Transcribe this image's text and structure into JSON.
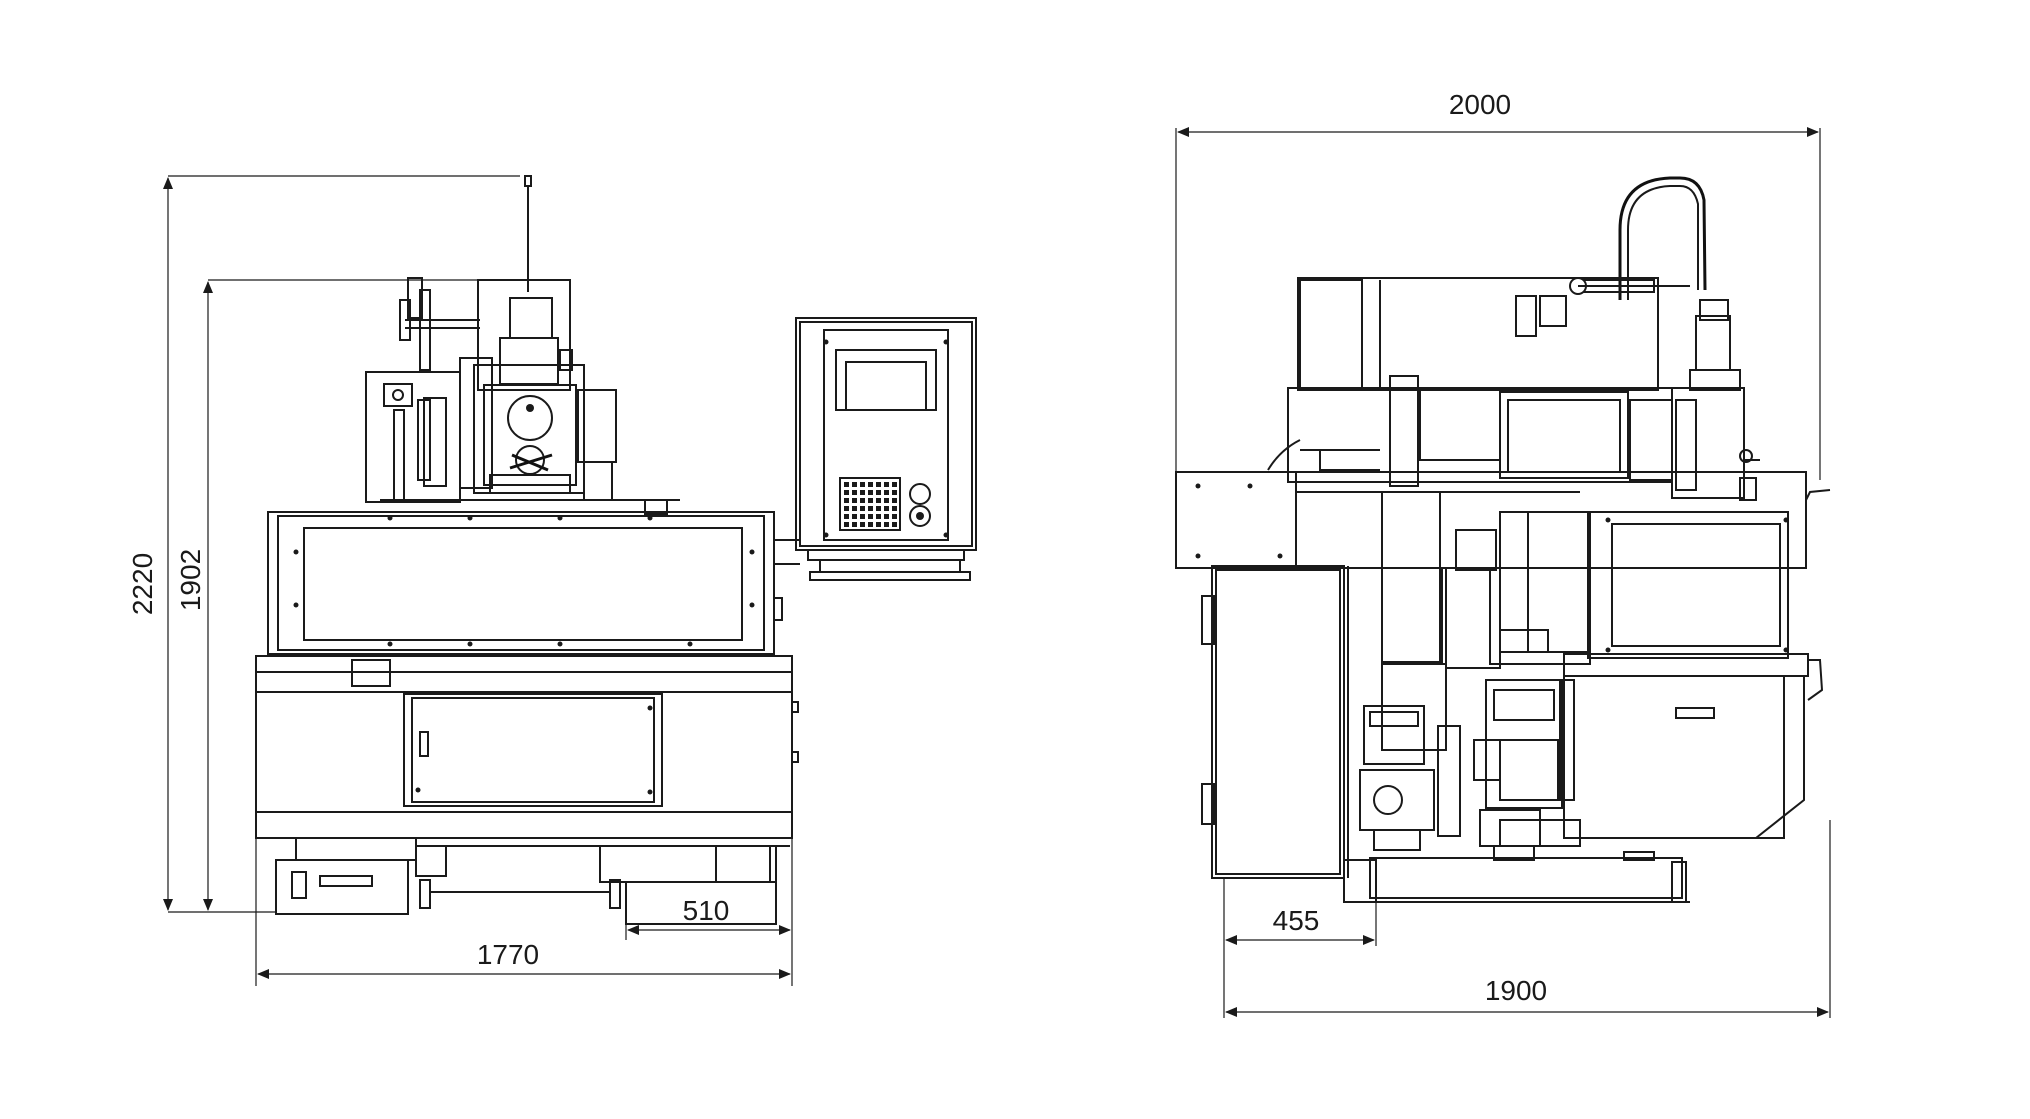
{
  "dimensions": {
    "front_total_height": "2220",
    "front_body_height": "1902",
    "front_width": "1770",
    "front_drawer_width": "510",
    "side_top_width": "2000",
    "side_base_width": "1900",
    "side_offset": "455"
  },
  "icons": {
    "arrow": "arrowhead"
  }
}
